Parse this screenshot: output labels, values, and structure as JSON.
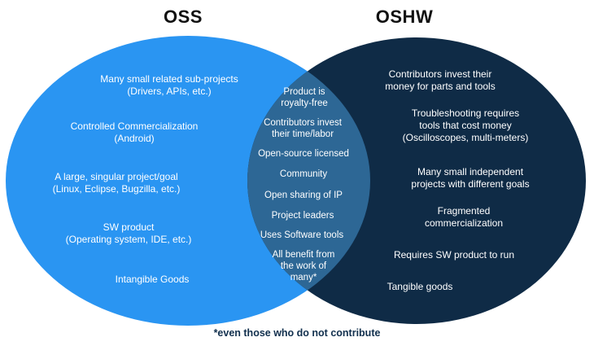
{
  "titles": {
    "left": "OSS",
    "right": "OSHW"
  },
  "colors": {
    "left_circle": "#2a95f2",
    "right_circle": "#0f2b46",
    "overlap": "#2d6795",
    "text": "#ffffff",
    "title": "#111111",
    "footnote": "#12304e"
  },
  "venn": {
    "left": {
      "items": [
        "Many small related sub-projects\n(Drivers, APIs, etc.)",
        "Controlled Commercialization\n(Android)",
        "A large, singular project/goal\n(Linux, Eclipse, Bugzilla, etc.)",
        "SW product\n(Operating system, IDE, etc.)",
        "Intangible Goods"
      ]
    },
    "center": {
      "items": [
        "Product is\nroyalty-free",
        "Contributors invest\ntheir time/labor",
        "Open-source licensed",
        "Community",
        "Open sharing of IP",
        "Project leaders",
        "Uses Software tools",
        "All benefit from\nthe work of\nmany*"
      ]
    },
    "right": {
      "items": [
        "Contributors invest their\nmoney for parts and tools",
        "Troubleshooting requires\ntools that cost money\n(Oscilloscopes, multi-meters)",
        "Many small independent\nprojects with different goals",
        "Fragmented\ncommercialization",
        "Requires SW product to run",
        "Tangible goods"
      ]
    }
  },
  "footnote": "*even those who do not contribute"
}
